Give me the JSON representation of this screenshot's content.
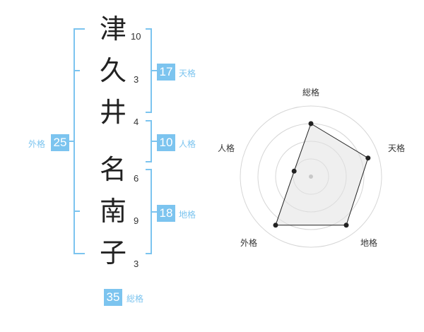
{
  "name": {
    "chars": [
      {
        "char": "津",
        "strokes": "10"
      },
      {
        "char": "久",
        "strokes": "3"
      },
      {
        "char": "井",
        "strokes": "4"
      },
      {
        "char": "名",
        "strokes": "6"
      },
      {
        "char": "南",
        "strokes": "9"
      },
      {
        "char": "子",
        "strokes": "3"
      }
    ]
  },
  "kakusu": {
    "tenkaku": {
      "value": "17",
      "label": "天格"
    },
    "jinkaku": {
      "value": "10",
      "label": "人格"
    },
    "chikaku": {
      "value": "18",
      "label": "地格"
    },
    "gaikaku": {
      "value": "25",
      "label": "外格"
    },
    "soukaku": {
      "value": "35",
      "label": "総格"
    }
  },
  "colors": {
    "accent": "#7cc4ef",
    "bracket": "#7cc4ef",
    "text": "#222222"
  },
  "chart_data": {
    "type": "radar",
    "axes": [
      "総格",
      "天格",
      "地格",
      "外格",
      "人格"
    ],
    "values": [
      0.75,
      0.85,
      0.85,
      0.85,
      0.25
    ],
    "rings": 4,
    "range": [
      0,
      1
    ]
  }
}
